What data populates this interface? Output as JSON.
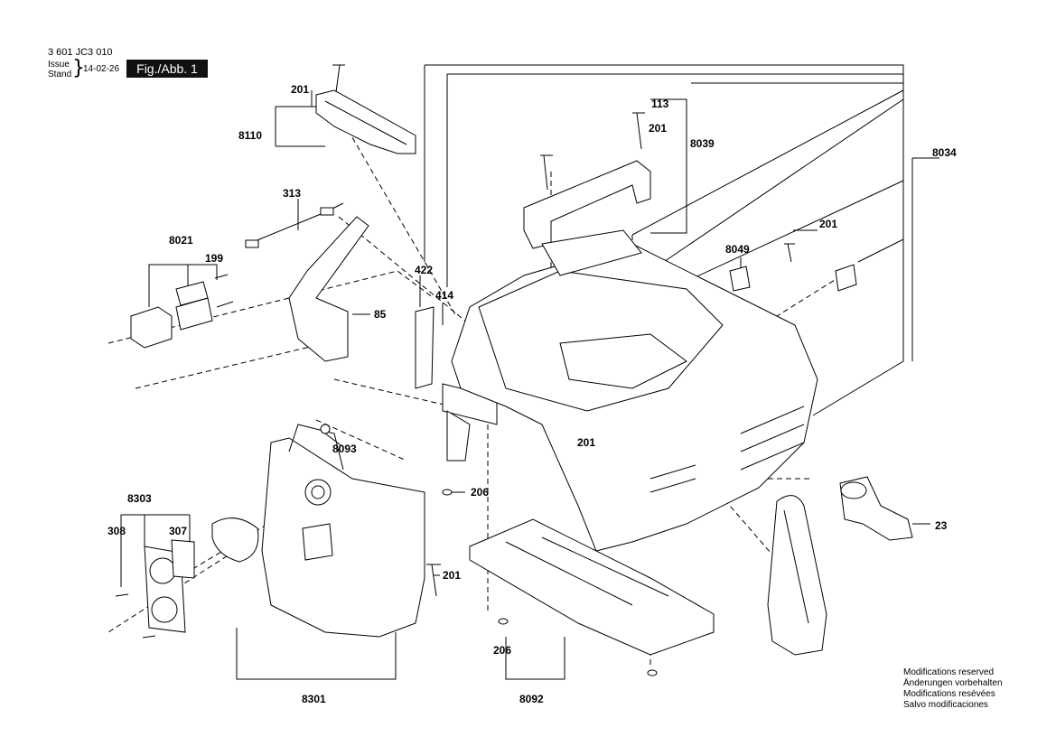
{
  "header": {
    "document_number": "3 601 JC3 010",
    "issue_label": "Issue",
    "stand_label": "Stand",
    "issue_date": "14-02-26",
    "figure_label": "Fig./Abb. 1"
  },
  "footer_notes": [
    "Modifications reserved",
    "Änderungen vorbehalten",
    "Modifications resévées",
    "Salvo modificaciones"
  ],
  "part_numbers": {
    "p201_top": "201",
    "p8110": "8110",
    "p113": "113",
    "p201_b": "201",
    "p8039": "8039",
    "p8034": "8034",
    "p313": "313",
    "p8021": "8021",
    "p199": "199",
    "p85": "85",
    "p422": "422",
    "p414": "414",
    "p8049": "8049",
    "p201_c": "201",
    "p201_d": "201",
    "p8093": "8093",
    "p206_a": "206",
    "p8303": "8303",
    "p308": "308",
    "p307": "307",
    "p201_e": "201",
    "p23": "23",
    "p206_b": "206",
    "p8301": "8301",
    "p8092": "8092"
  }
}
